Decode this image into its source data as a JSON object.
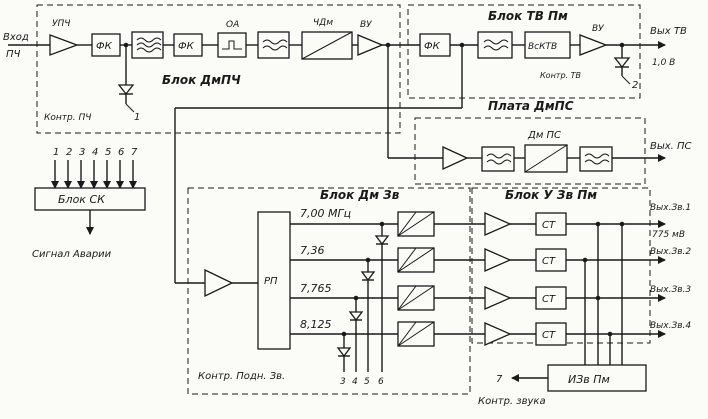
{
  "input": {
    "line1": "Вход",
    "line2": "ПЧ"
  },
  "dmpch": {
    "title": "Блок ДмПЧ",
    "upch": "УПЧ",
    "fk1": "ФК",
    "fk2": "ФК",
    "oa": "ОА",
    "chdm": "ЧДм",
    "vu": "ВУ",
    "kontr_label": "Контр. ПЧ",
    "kontr_num": "1"
  },
  "tvpm": {
    "title": "Блок ТВ Пм",
    "fk": "ФК",
    "vskvt": "ВсКТВ",
    "vu": "ВУ",
    "out_label": "Вых ТВ",
    "out_level": "1,0 В",
    "kontr_label": "Контр. ТВ",
    "kontr_num": "2"
  },
  "dmps": {
    "title": "Плата ДмПС",
    "sub": "Дм ПС",
    "out": "Вых. ПС"
  },
  "sk": {
    "title": "Блок СК",
    "inputs": [
      "1",
      "2",
      "3",
      "4",
      "5",
      "6",
      "7"
    ],
    "alarm": "Сигнал Аварии"
  },
  "dmzv": {
    "title": "Блок Дм Зв",
    "rp": "РП",
    "freq_unit": "МГц",
    "freqs": [
      "7,00",
      "7,36",
      "7,765",
      "8,125"
    ],
    "kontr": "Контр. Подн. Зв.",
    "kontr_nums": [
      "3",
      "4",
      "5",
      "6"
    ]
  },
  "uzvpm": {
    "title": "Блок У Зв Пм",
    "st": "СТ",
    "outs": [
      "Вых.Зв.1",
      "Вых.Зв.2",
      "Вых.Зв.3",
      "Вых.Зв.4"
    ],
    "out_level": "775 мВ",
    "izv": "ИЗв Пм",
    "num": "7",
    "kontr": "Контр. звука"
  }
}
